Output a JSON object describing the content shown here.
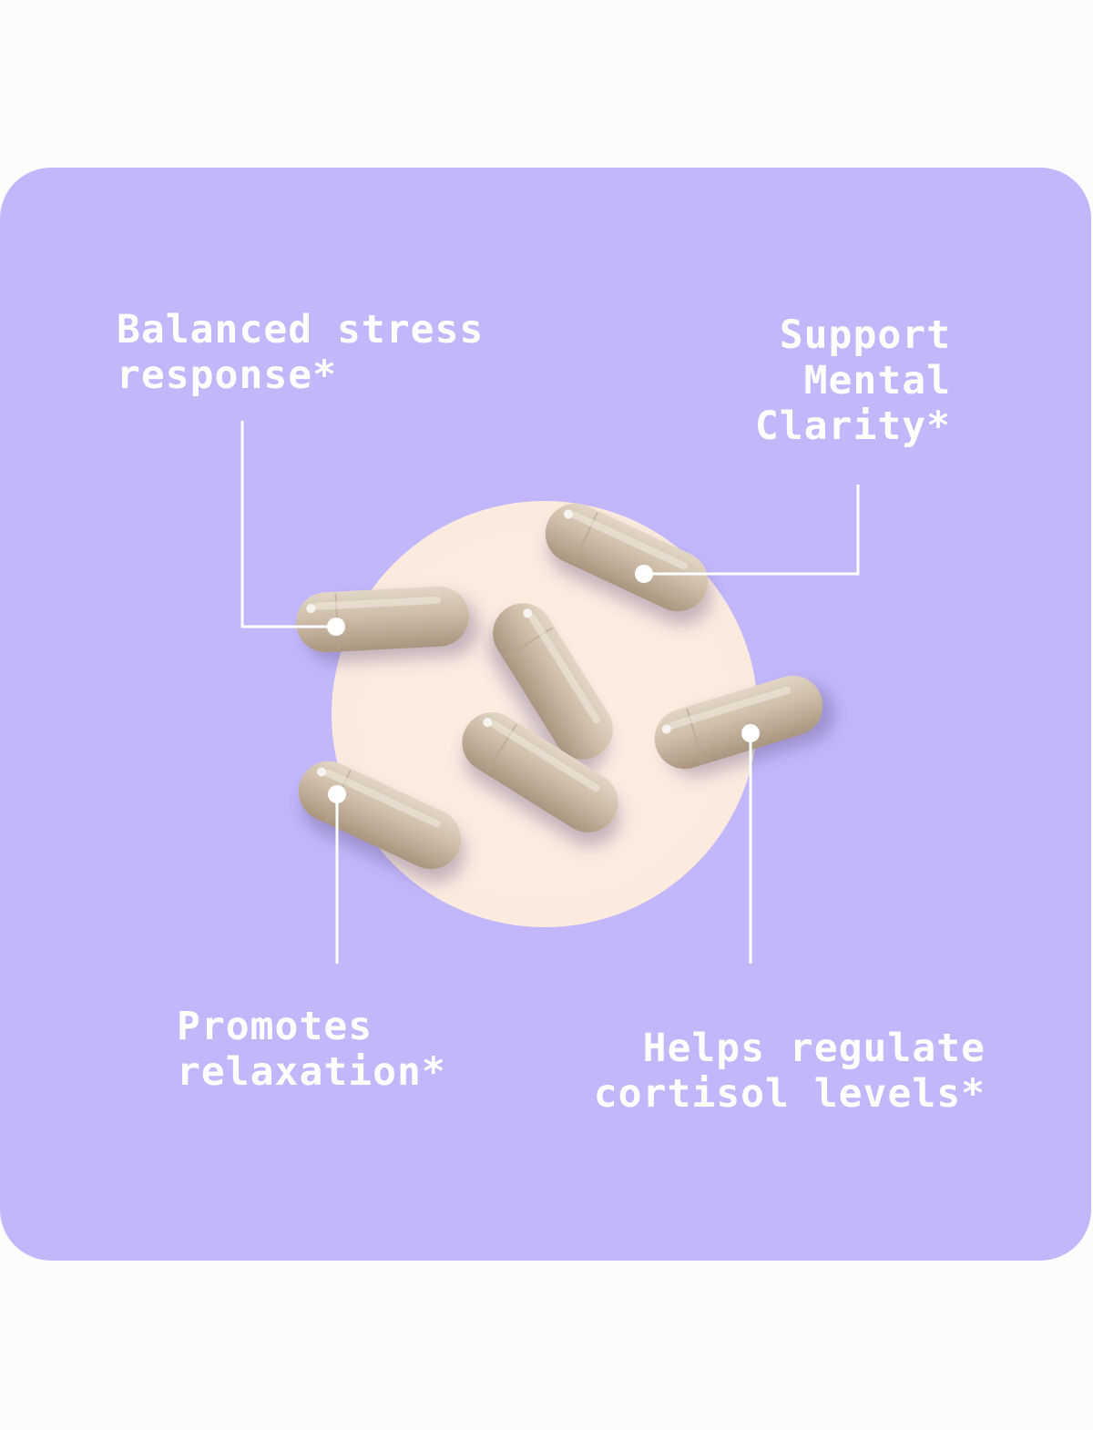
{
  "benefits": {
    "stress": "Balanced stress\nresponse*",
    "clarity": "Support\nMental\nClarity*",
    "relaxation": "Promotes\nrelaxation*",
    "cortisol": "Helps regulate\ncortisol levels*"
  },
  "colors": {
    "page_background": "#fcfcfd",
    "panel": "#c2b7fb",
    "circle": "#fcede0",
    "capsule": "#cbbba6",
    "callout_line": "#ffffff",
    "text": "#ffffff"
  },
  "icons": {
    "capsules": "capsule-icon",
    "callout_dots": "callout-dot-icon"
  }
}
